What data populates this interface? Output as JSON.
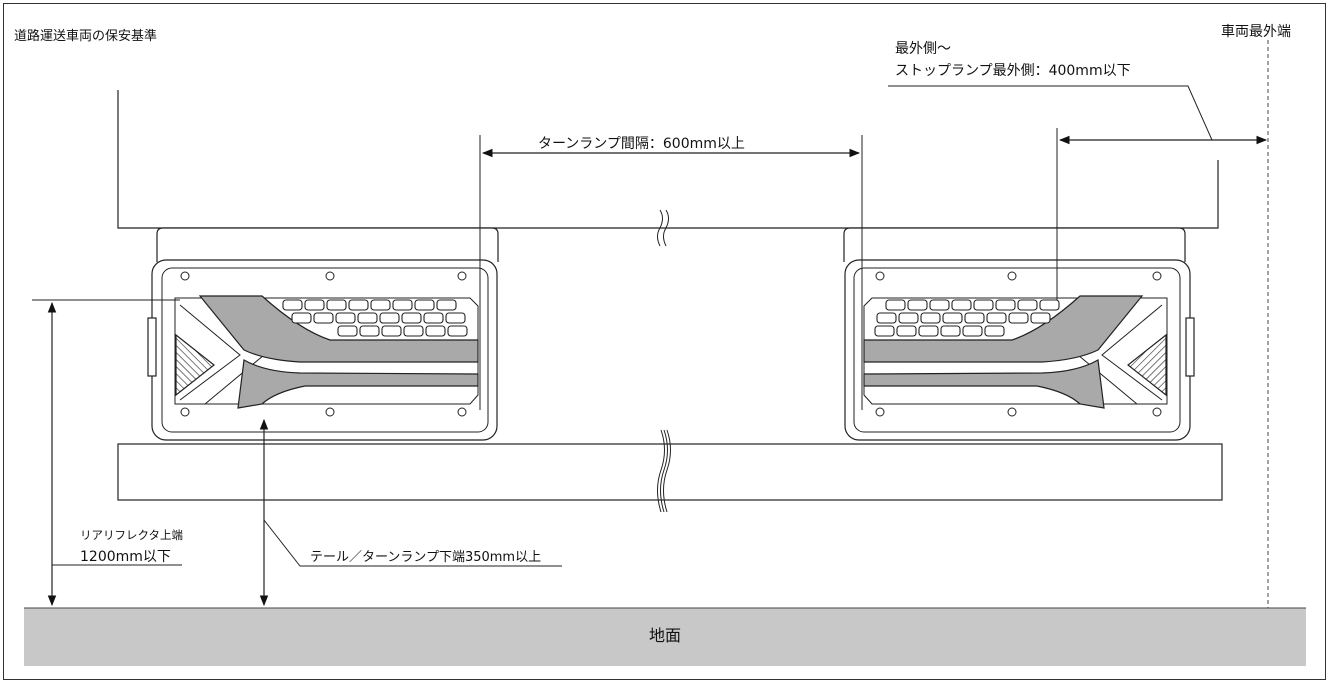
{
  "title": "道路運送車両の保安基準",
  "labels": {
    "vehicle_edge": "車両最外端",
    "outermost_line1": "最外側～",
    "outermost_line2": "ストップランプ最外側：400mm以下",
    "turn_spacing": "ターンランプ間隔：600mm以上",
    "reflector_line1": "リアリフレクタ上端",
    "reflector_line2": "1200mm以下",
    "tail_bottom": "テール／ターンランプ下端350mm以上",
    "ground": "地面"
  },
  "colors": {
    "ground": "#c8c8c8",
    "lamp_band": "#a9a9a9",
    "line": "#222222"
  }
}
